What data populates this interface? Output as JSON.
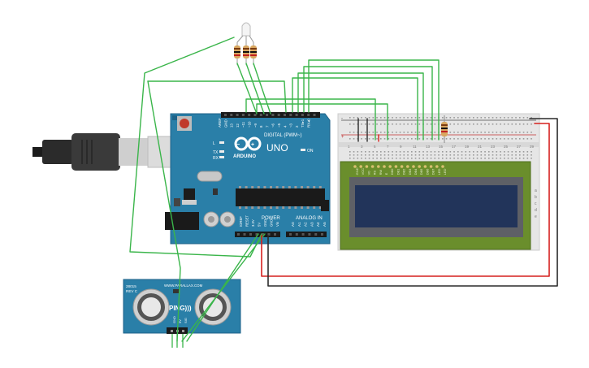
{
  "arduino": {
    "brand_text": "ARDUINO",
    "model_text": "UNO",
    "digital_label": "DIGITAL (PWM~)",
    "analog_label": "ANALOG IN",
    "power_label": "POWER",
    "on_label": "ON",
    "l_label": "L",
    "tx_label": "TX",
    "rx_label": "RX",
    "digital_pins": [
      "AREF",
      "GND",
      "13",
      "12",
      "~11",
      "~10",
      "~9",
      "8",
      "7",
      "~6",
      "~5",
      "4",
      "~3",
      "2",
      "TX▸1",
      "RX◂0"
    ],
    "power_pins": [
      "IOREF",
      "RESET",
      "3.3V",
      "5V",
      "GND",
      "GND",
      "Vin"
    ],
    "analog_pins": [
      "A0",
      "A1",
      "A2",
      "A3",
      "A4",
      "A5"
    ]
  },
  "sensor": {
    "model_text": "28015",
    "rev_text": "REV C",
    "url_text": "WWW.PARALLAX.COM",
    "name_text": "PING)))",
    "pins": [
      "GND",
      "5V",
      "SIG"
    ]
  },
  "lcd": {
    "pins": [
      "GND",
      "VCC",
      "V0",
      "RS",
      "RW",
      "E",
      "DB0",
      "DB1",
      "DB2",
      "DB3",
      "DB4",
      "DB5",
      "DB6",
      "DB7",
      "LED",
      "LED"
    ]
  },
  "breadboard": {
    "col_numbers_top": [
      "1",
      "3",
      "5",
      "7",
      "9",
      "11",
      "13",
      "15",
      "17",
      "19",
      "21",
      "23",
      "25",
      "27",
      "29"
    ],
    "row_letters": [
      "a",
      "b",
      "c",
      "d",
      "e"
    ],
    "rail_minus": "-",
    "rail_plus": "+"
  },
  "colors": {
    "board": "#2a7fa8",
    "wire_green": "#3ab54a",
    "wire_red": "#d6211f",
    "wire_black": "#2a2a2a",
    "lcd_screen": "#22345a",
    "lcd_pcb": "#6a8e2c",
    "breadboard": "#e6e6e6"
  }
}
